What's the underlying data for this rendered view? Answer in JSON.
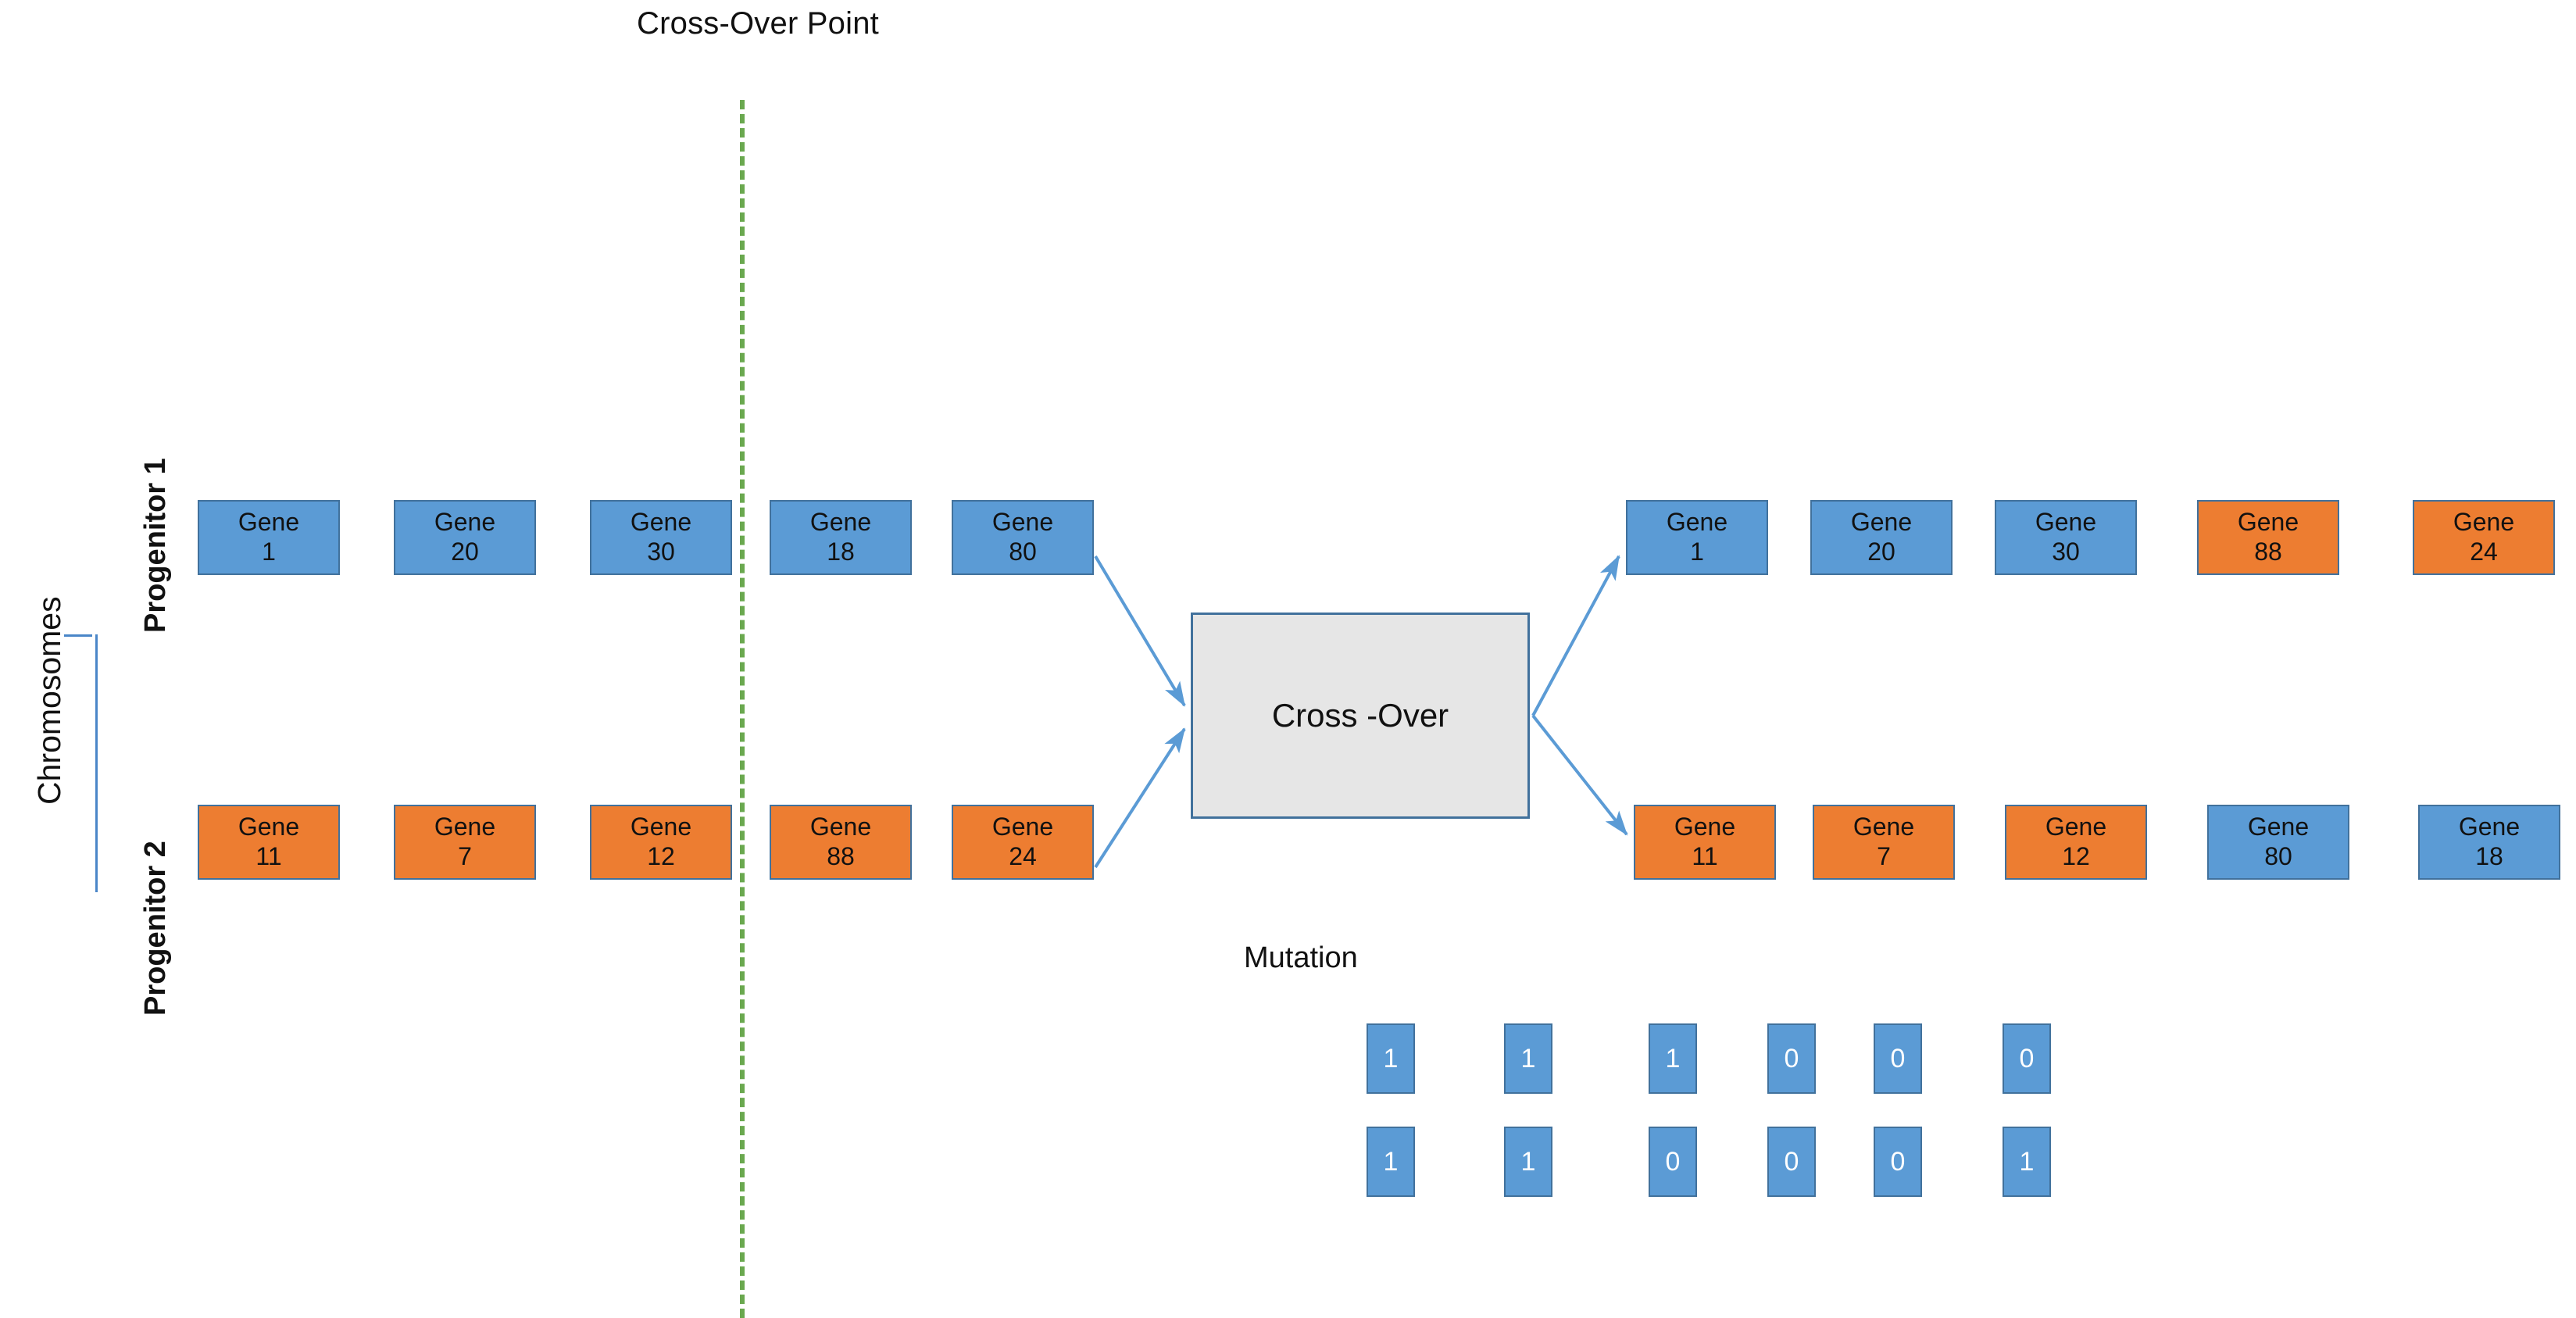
{
  "title": "Cross-Over Point",
  "axis": {
    "group_label": "Chromosomes",
    "row1_label": "Progenitor 1",
    "row2_label": "Progenitor 2"
  },
  "process": {
    "label": "Cross -Over"
  },
  "colors": {
    "blue_fill": "#5b9bd5",
    "orange_fill": "#ed7d31",
    "box_border": "#41719c",
    "process_fill": "#e6e6e6",
    "crossover_line": "#6aa84f",
    "arrow": "#5b9bd5",
    "bracket": "#4a86c8"
  },
  "gene_word": "Gene",
  "parents": {
    "progenitor1": [
      {
        "word": "Gene",
        "num": "1",
        "color": "blue"
      },
      {
        "word": "Gene",
        "num": "20",
        "color": "blue"
      },
      {
        "word": "Gene",
        "num": "30",
        "color": "blue"
      },
      {
        "word": "Gene",
        "num": "18",
        "color": "blue"
      },
      {
        "word": "Gene",
        "num": "80",
        "color": "blue"
      }
    ],
    "progenitor2": [
      {
        "word": "Gene",
        "num": "11",
        "color": "orange"
      },
      {
        "word": "Gene",
        "num": "7",
        "color": "orange"
      },
      {
        "word": "Gene",
        "num": "12",
        "color": "orange"
      },
      {
        "word": "Gene",
        "num": "88",
        "color": "orange"
      },
      {
        "word": "Gene",
        "num": "24",
        "color": "orange"
      }
    ]
  },
  "offspring": {
    "child1": [
      {
        "word": "Gene",
        "num": "1",
        "color": "blue"
      },
      {
        "word": "Gene",
        "num": "20",
        "color": "blue"
      },
      {
        "word": "Gene",
        "num": "30",
        "color": "blue"
      },
      {
        "word": "Gene",
        "num": "88",
        "color": "orange"
      },
      {
        "word": "Gene",
        "num": "24",
        "color": "orange"
      }
    ],
    "child2": [
      {
        "word": "Gene",
        "num": "11",
        "color": "orange"
      },
      {
        "word": "Gene",
        "num": "7",
        "color": "orange"
      },
      {
        "word": "Gene",
        "num": "12",
        "color": "orange"
      },
      {
        "word": "Gene",
        "num": "80",
        "color": "blue"
      },
      {
        "word": "Gene",
        "num": "18",
        "color": "blue"
      }
    ]
  },
  "mutation": {
    "title": "Mutation",
    "row1": [
      "1",
      "1",
      "1",
      "0",
      "0",
      "0"
    ],
    "row2": [
      "1",
      "1",
      "0",
      "0",
      "0",
      "1"
    ]
  }
}
